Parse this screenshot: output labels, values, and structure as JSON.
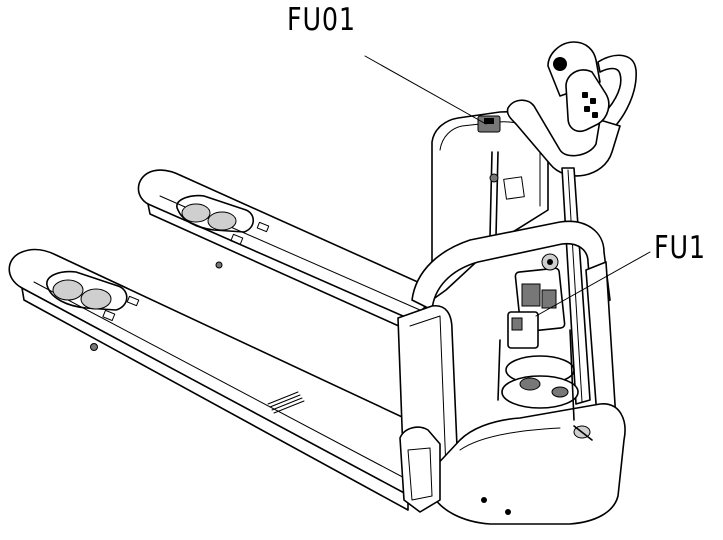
{
  "callouts": [
    {
      "id": "fu01",
      "label": "FU01"
    },
    {
      "id": "fu1",
      "label": "FU1"
    }
  ]
}
